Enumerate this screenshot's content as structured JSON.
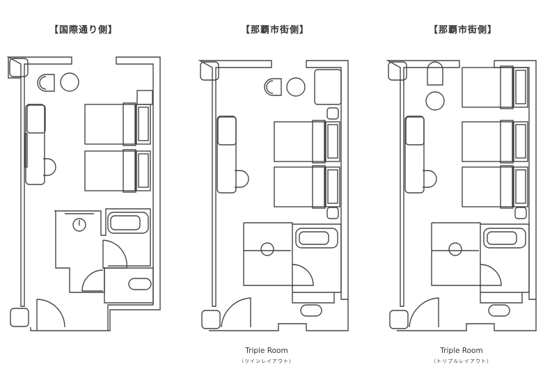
{
  "plans": [
    {
      "title": "【国際通り側】"
    },
    {
      "title": "【那覇市街側】",
      "caption": "Triple Room",
      "layout": "（ツインレイアウト）"
    },
    {
      "title": "【那覇市街側】",
      "caption": "Triple Room",
      "layout": "（トリプルレイアウト）"
    }
  ]
}
